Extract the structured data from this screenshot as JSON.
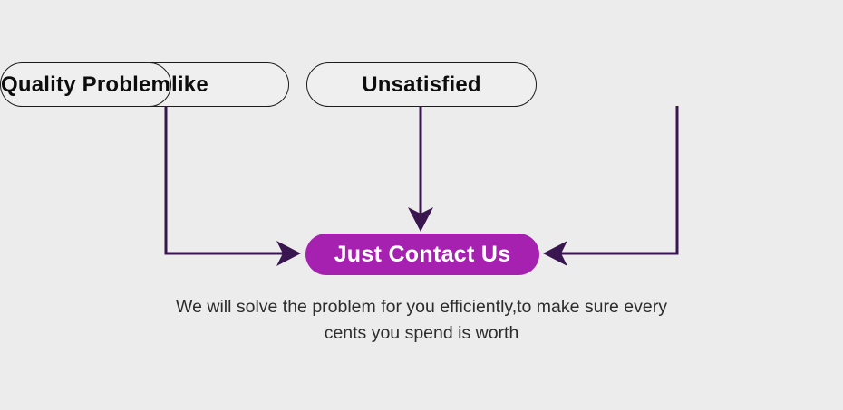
{
  "diagram": {
    "nodes": [
      {
        "id": "dislike",
        "label": "Dislike"
      },
      {
        "id": "unsatisfied",
        "label": "Unsatisfied"
      },
      {
        "id": "quality-problem",
        "label": "Quality Problem"
      }
    ],
    "target": {
      "label": "Just Contact Us"
    },
    "caption": {
      "line1": "We will solve the problem for you efficiently,to make sure every",
      "line2": "cents you spend is worth"
    }
  },
  "colors": {
    "background": "#ececec",
    "node_fill": "#efefef",
    "node_border": "#1c1c1c",
    "node_text": "#0d0d0d",
    "arrow": "#3a1650",
    "accent": "#a621b0",
    "button_text": "#ffffff",
    "caption_text": "#2d2d2d"
  }
}
